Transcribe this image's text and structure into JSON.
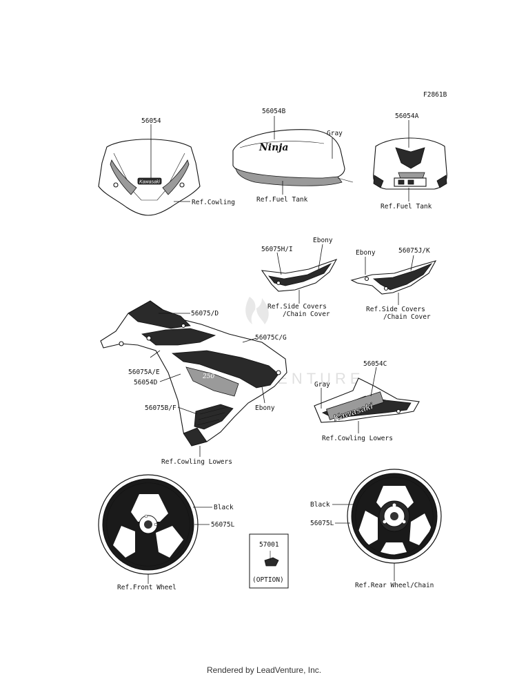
{
  "figure_code": "F2861B",
  "callouts": {
    "windshield_part": "56054",
    "windshield_ref": "Ref.Cowling",
    "tank_part": "56054B",
    "tank_color": "Gray",
    "tank_ref": "Ref.Fuel Tank",
    "tank_top_part": "56054A",
    "tank_top_ref": "Ref.Fuel Tank",
    "side_cover_left_part": "56075H/I",
    "side_cover_left_color": "Ebony",
    "side_cover_left_ref_1": "Ref.Side Covers",
    "side_cover_left_ref_2": "/Chain Cover",
    "side_cover_right_color": "Ebony",
    "side_cover_right_part": "56075J/K",
    "side_cover_right_ref_1": "Ref.Side Covers",
    "side_cover_right_ref_2": "/Chain Cover",
    "cowl_upper_part": "56075/D",
    "cowl_cg_part": "56075C/G",
    "cowl_ae_part": "56075A/E",
    "cowl_d_part": "56054D",
    "cowl_bf_part": "56075B/F",
    "cowl_color": "Ebony",
    "cowl_ref": "Ref.Cowling Lowers",
    "lower_part": "56054C",
    "lower_color": "Gray",
    "lower_ref": "Ref.Cowling Lowers",
    "front_wheel_color": "Black",
    "front_wheel_part": "56075L",
    "front_wheel_ref": "Ref.Front Wheel",
    "option_part": "57001",
    "option_label": "(OPTION)",
    "rear_wheel_color": "Black",
    "rear_wheel_part": "56075L",
    "rear_wheel_ref": "Ref.Rear Wheel/Chain"
  },
  "decal_text": {
    "ninja": "Ninja",
    "kawasaki_lower": "Kawasaki",
    "kawasaki_windshield": "Kawasaki"
  },
  "watermark": "LEADVENTURE",
  "footer": "Rendered by LeadVenture, Inc."
}
